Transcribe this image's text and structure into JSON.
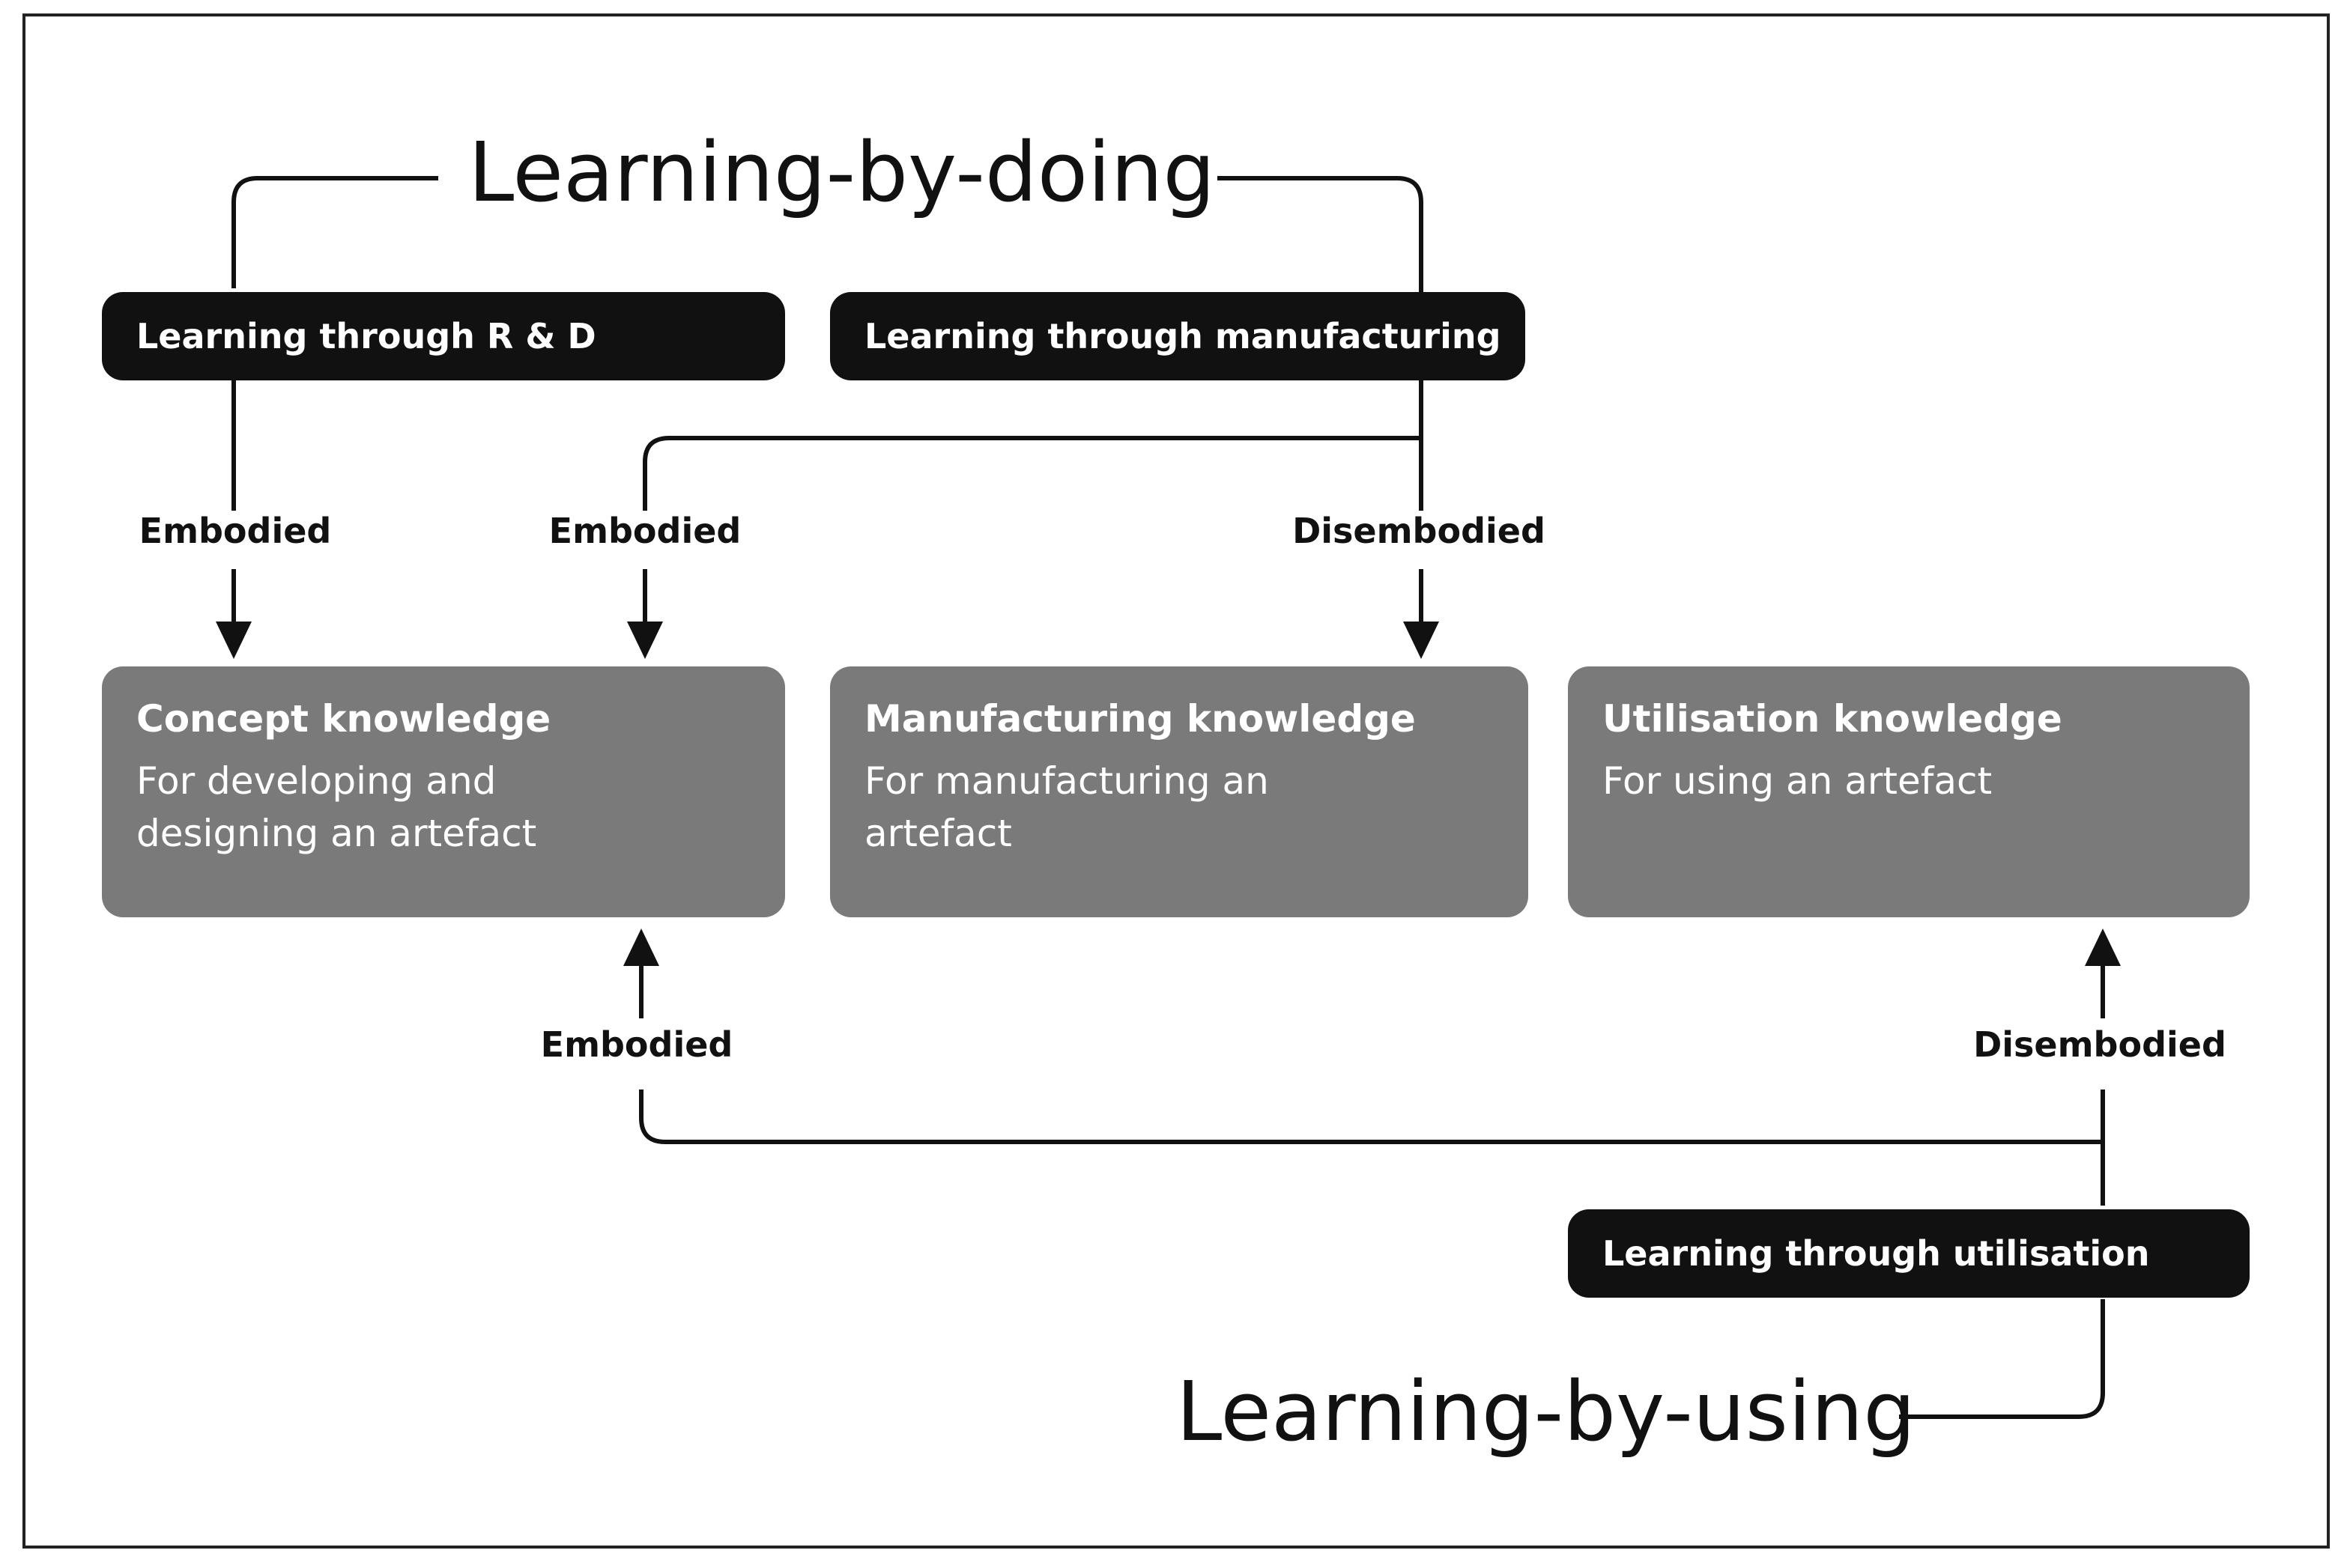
{
  "headings": {
    "learning_by_doing": "Learning-by-doing",
    "learning_by_using": "Learning-by-using"
  },
  "channels": {
    "rnd": "Learning through R & D",
    "manufacturing": "Learning through manufacturing",
    "utilisation": "Learning through utilisation"
  },
  "knowledge": {
    "concept": {
      "title": "Concept knowledge",
      "description": "For developing and designing an artefact"
    },
    "manufacturing": {
      "title": "Manufacturing knowledge",
      "description": "For manufacturing an artefact"
    },
    "utilisation": {
      "title": "Utilisation knowledge",
      "description": "For using an artefact"
    }
  },
  "flow_labels": {
    "rnd_to_concept": "Embodied",
    "manufacturing_to_concept": "Embodied",
    "manufacturing_to_manufacturing": "Disembodied",
    "utilisation_to_concept": "Embodied",
    "utilisation_to_utilisation": "Disembodied"
  },
  "colors": {
    "channel_fill": "#111111",
    "knowledge_fill": "#7a7a7a",
    "line": "#111111",
    "background": "#ffffff"
  }
}
